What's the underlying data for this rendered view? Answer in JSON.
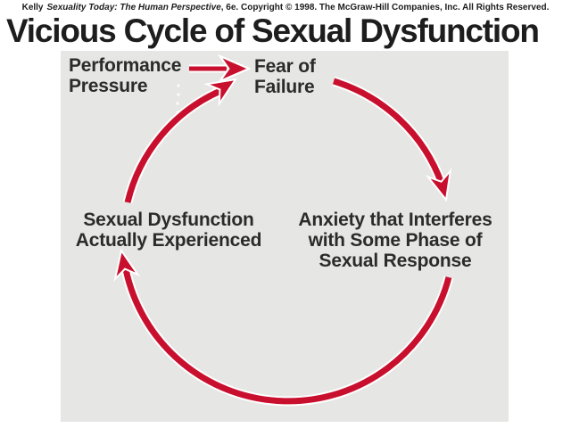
{
  "header": {
    "credit": {
      "prefix": "Kelly",
      "book_title": "Sexuality Today: The Human Perspective",
      "suffix": ", 6e. Copyright © 1998. The McGraw-Hill Companies, Inc. All Rights Reserved."
    },
    "title": "Vicious Cycle of Sexual Dysfunction"
  },
  "diagram": {
    "nodes": [
      {
        "id": "performance-pressure",
        "lines": [
          "Performance",
          "Pressure"
        ]
      },
      {
        "id": "fear-of-failure",
        "lines": [
          "Fear of",
          "Failure"
        ]
      },
      {
        "id": "anxiety-interferes",
        "lines": [
          "Anxiety that Interferes",
          "with Some Phase of",
          "Sexual Response"
        ]
      },
      {
        "id": "sexual-dysfunction",
        "lines": [
          "Sexual Dysfunction",
          "Actually Experienced"
        ]
      }
    ],
    "edges": [
      {
        "from": "performance-pressure",
        "to": "fear-of-failure",
        "shape": "straight-arrow"
      },
      {
        "from": "fear-of-failure",
        "to": "anxiety-interferes",
        "shape": "curved-arrow"
      },
      {
        "from": "anxiety-interferes",
        "to": "sexual-dysfunction",
        "shape": "curved-arrow"
      },
      {
        "from": "sexual-dysfunction",
        "to": "fear-of-failure",
        "shape": "curved-arrow"
      }
    ],
    "colors": {
      "arrow": "#c8102e",
      "panel": "#e6e6e4",
      "text": "#2b2b2b",
      "title": "#1d1d1d",
      "background": "#ffffff"
    }
  }
}
